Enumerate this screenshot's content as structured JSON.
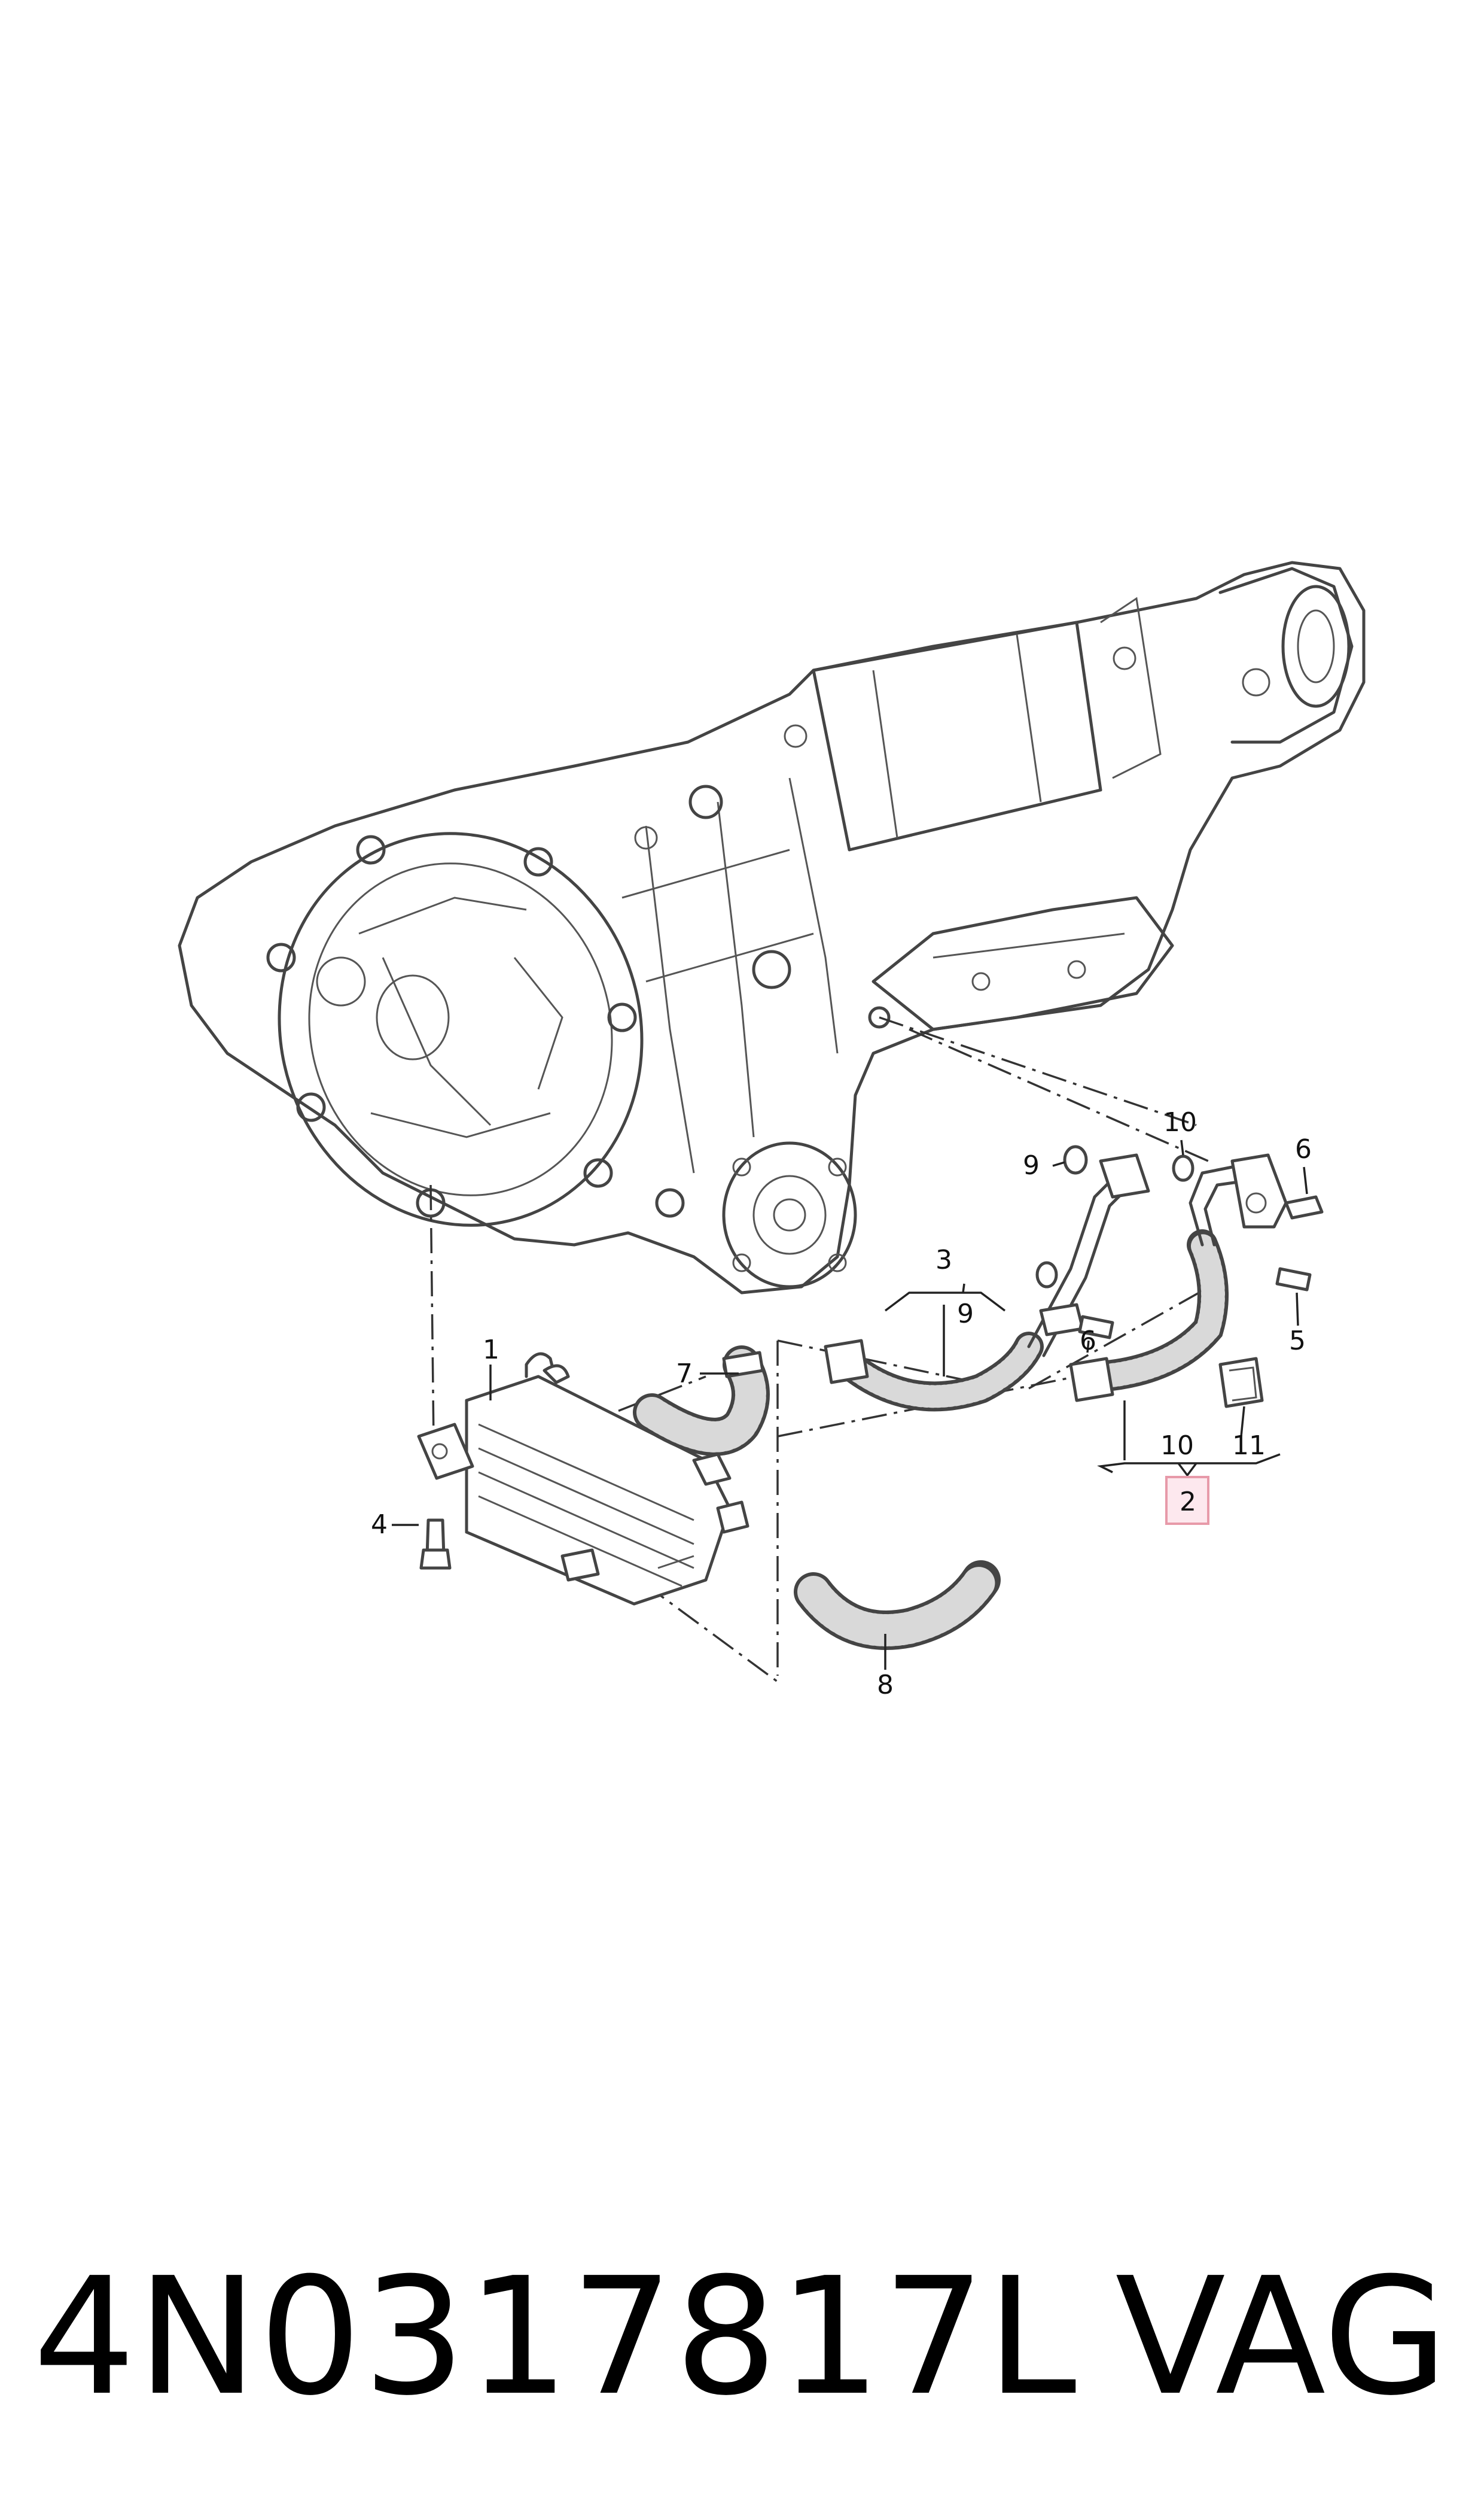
{
  "diagram": {
    "callouts": {
      "c1": "1",
      "c2": "2",
      "c3": "3",
      "c4": "4",
      "c5": "5",
      "c6a": "6",
      "c6b": "6",
      "c7": "7",
      "c8": "8",
      "c9a": "9",
      "c9b": "9",
      "c10a": "10",
      "c10b": "10",
      "c11": "11"
    },
    "highlighted_callout": "2",
    "highlight_color": "#fde8ee"
  },
  "footer": {
    "part_number": "4N0317817L",
    "brand": "VAG"
  }
}
